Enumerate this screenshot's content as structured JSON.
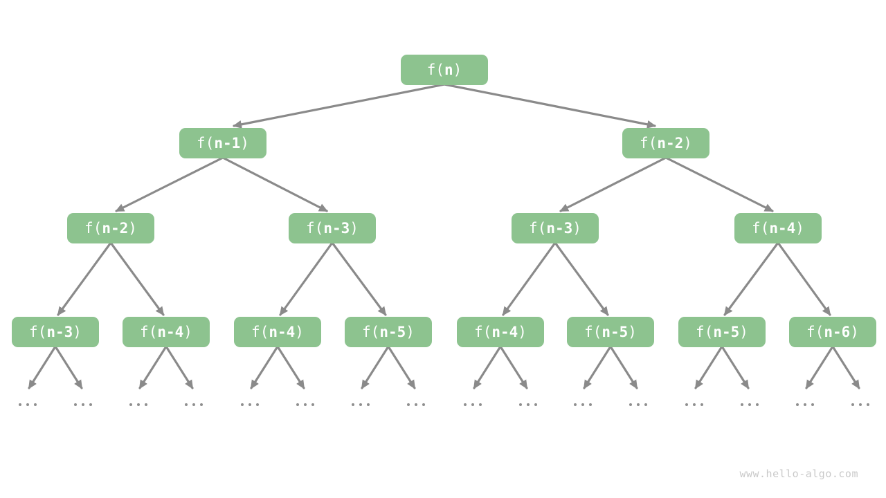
{
  "watermark": "www.hello-algo.com",
  "colors": {
    "node_fill": "#8dc38f",
    "node_text": "#ffffff",
    "arrow": "#8a8a8a",
    "ellipsis": "#8f8f8f",
    "watermark": "#c9c9c9",
    "background": "#ffffff"
  },
  "tree": {
    "levels": [
      [
        "f(n)"
      ],
      [
        "f(n-1)",
        "f(n-2)"
      ],
      [
        "f(n-2)",
        "f(n-3)",
        "f(n-3)",
        "f(n-4)"
      ],
      [
        "f(n-3)",
        "f(n-4)",
        "f(n-4)",
        "f(n-5)",
        "f(n-4)",
        "f(n-5)",
        "f(n-5)",
        "f(n-6)"
      ]
    ],
    "ellipsis": "...",
    "ellipsis_count": 16
  }
}
